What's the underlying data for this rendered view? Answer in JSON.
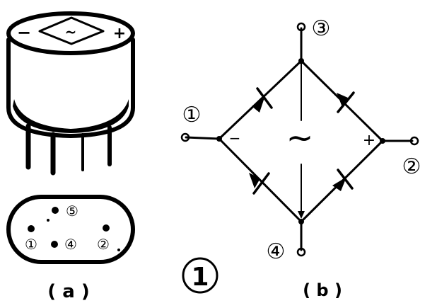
{
  "component": {
    "top_label_minus": "−",
    "top_label_plus": "+",
    "top_label_mark": "~"
  },
  "bottom_view": {
    "pins": [
      {
        "label": "①"
      },
      {
        "label": "④"
      },
      {
        "label": "②"
      },
      {
        "label": "⑤"
      }
    ]
  },
  "bridge": {
    "terminals": [
      {
        "label": "①"
      },
      {
        "label": "②"
      },
      {
        "label": "③"
      },
      {
        "label": "④"
      }
    ],
    "sign_minus": "−",
    "sign_plus": "+",
    "ac_symbol": "~"
  },
  "captions": {
    "left": "( a )",
    "right": "( b )",
    "figure_number": "1"
  }
}
